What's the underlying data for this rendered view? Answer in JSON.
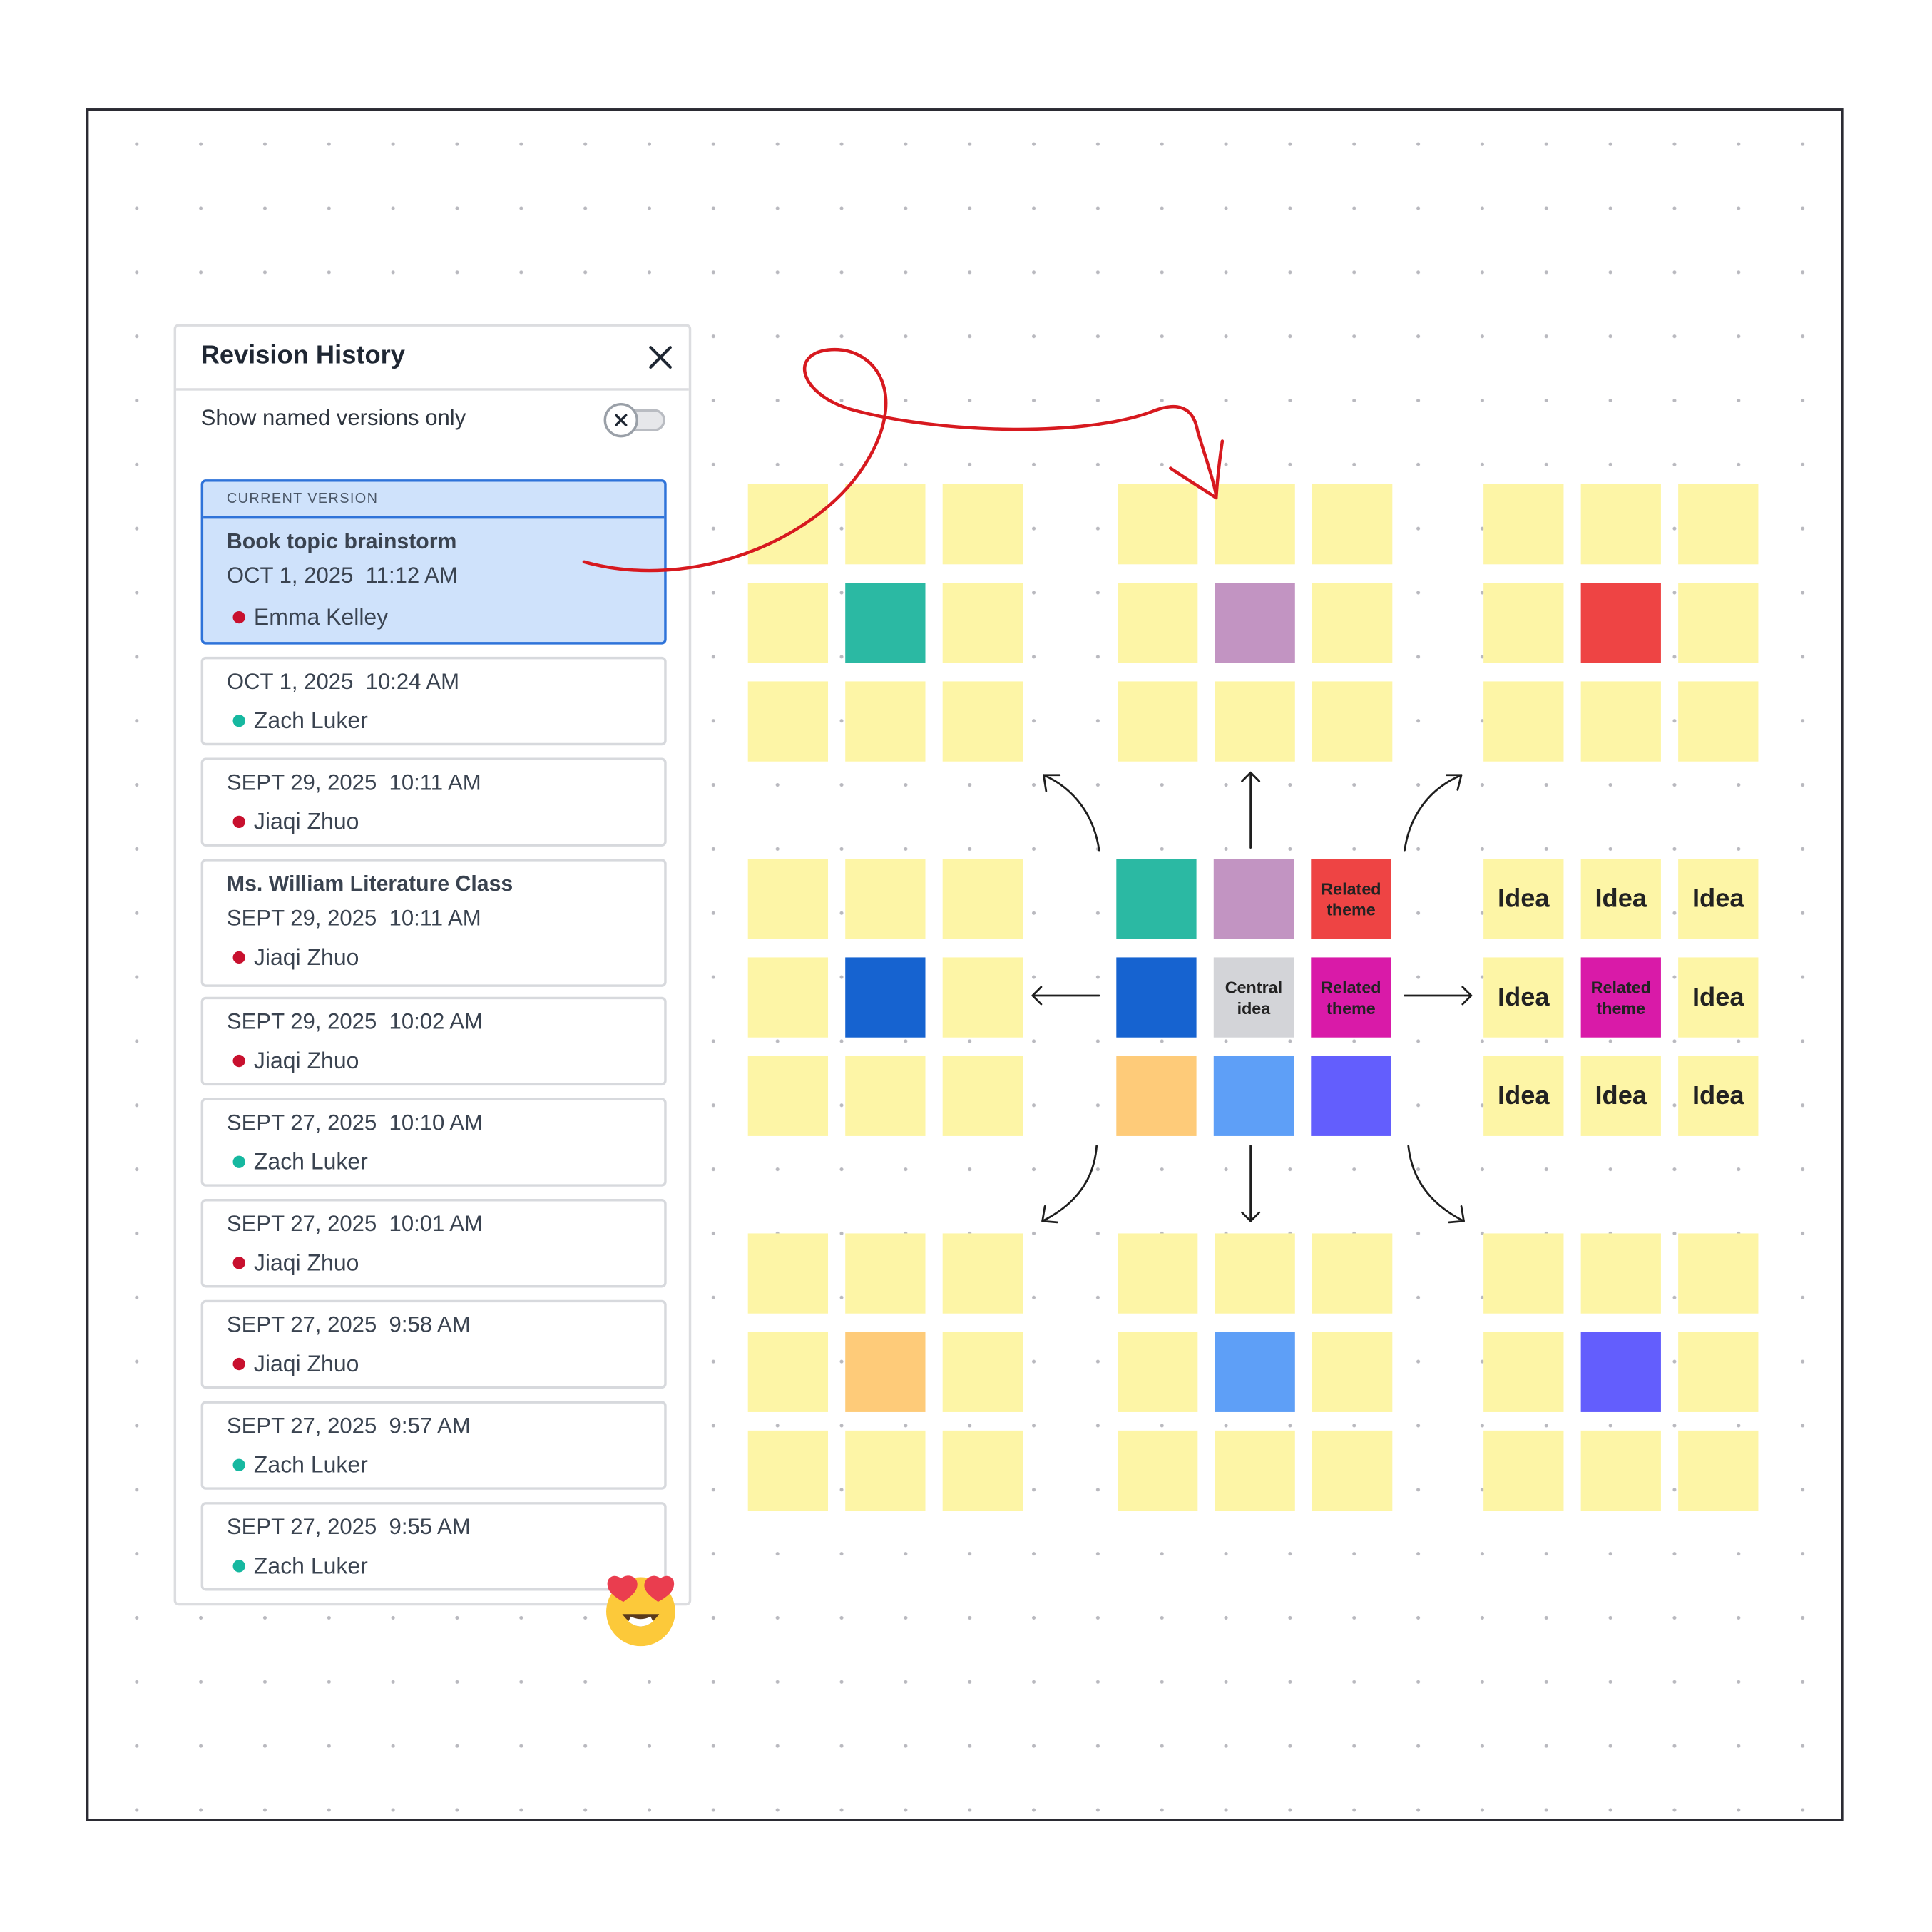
{
  "panel": {
    "title": "Revision History",
    "toggle_label": "Show named versions only",
    "toggle_on": false,
    "current_tag": "CURRENT VERSION",
    "revisions": [
      {
        "name": "Book topic brainstorm",
        "date": "OCT 1, 2025  11:12 AM",
        "author": "Emma Kelley",
        "author_color": "#c8102e",
        "current": true
      },
      {
        "name": "",
        "date": "OCT 1, 2025  10:24 AM",
        "author": "Zach Luker",
        "author_color": "#16b8a0",
        "current": false
      },
      {
        "name": "",
        "date": "SEPT 29, 2025  10:11 AM",
        "author": "Jiaqi Zhuo",
        "author_color": "#c8102e",
        "current": false
      },
      {
        "name": "Ms. William Literature Class",
        "date": "SEPT 29, 2025  10:11 AM",
        "author": "Jiaqi Zhuo",
        "author_color": "#c8102e",
        "current": false
      },
      {
        "name": "",
        "date": "SEPT 29, 2025  10:02 AM",
        "author": "Jiaqi Zhuo",
        "author_color": "#c8102e",
        "current": false
      },
      {
        "name": "",
        "date": "SEPT 27, 2025  10:10 AM",
        "author": "Zach Luker",
        "author_color": "#16b8a0",
        "current": false
      },
      {
        "name": "",
        "date": "SEPT 27, 2025  10:01 AM",
        "author": "Jiaqi Zhuo",
        "author_color": "#c8102e",
        "current": false
      },
      {
        "name": "",
        "date": "SEPT 27, 2025  9:58 AM",
        "author": "Jiaqi Zhuo",
        "author_color": "#c8102e",
        "current": false
      },
      {
        "name": "",
        "date": "SEPT 27, 2025  9:57 AM",
        "author": "Zach Luker",
        "author_color": "#16b8a0",
        "current": false
      },
      {
        "name": "",
        "date": "SEPT 27, 2025  9:55 AM",
        "author": "Zach Luker",
        "author_color": "#16b8a0",
        "current": false
      }
    ]
  },
  "board": {
    "colors": {
      "yellow": "#fdf5a6",
      "teal": "#2bb9a3",
      "purple": "#c294c2",
      "red": "#ee4444",
      "blue": "#1663d0",
      "gray": "#d3d4d8",
      "magenta": "#d91aa8",
      "orange": "#fecb79",
      "lightblue": "#5e9ff7",
      "violet": "#635efd"
    },
    "clusters": [
      {
        "id": "top-left",
        "notes": [
          {
            "color": "yellow",
            "text": ""
          },
          {
            "color": "yellow",
            "text": ""
          },
          {
            "color": "yellow",
            "text": ""
          },
          {
            "color": "yellow",
            "text": ""
          },
          {
            "color": "teal",
            "text": ""
          },
          {
            "color": "yellow",
            "text": ""
          },
          {
            "color": "yellow",
            "text": ""
          },
          {
            "color": "yellow",
            "text": ""
          },
          {
            "color": "yellow",
            "text": ""
          }
        ]
      },
      {
        "id": "top-center",
        "notes": [
          {
            "color": "yellow",
            "text": ""
          },
          {
            "color": "yellow",
            "text": ""
          },
          {
            "color": "yellow",
            "text": ""
          },
          {
            "color": "yellow",
            "text": ""
          },
          {
            "color": "purple",
            "text": ""
          },
          {
            "color": "yellow",
            "text": ""
          },
          {
            "color": "yellow",
            "text": ""
          },
          {
            "color": "yellow",
            "text": ""
          },
          {
            "color": "yellow",
            "text": ""
          }
        ]
      },
      {
        "id": "top-right",
        "notes": [
          {
            "color": "yellow",
            "text": ""
          },
          {
            "color": "yellow",
            "text": ""
          },
          {
            "color": "yellow",
            "text": ""
          },
          {
            "color": "yellow",
            "text": ""
          },
          {
            "color": "red",
            "text": ""
          },
          {
            "color": "yellow",
            "text": ""
          },
          {
            "color": "yellow",
            "text": ""
          },
          {
            "color": "yellow",
            "text": ""
          },
          {
            "color": "yellow",
            "text": ""
          }
        ]
      },
      {
        "id": "middle-left",
        "notes": [
          {
            "color": "yellow",
            "text": ""
          },
          {
            "color": "yellow",
            "text": ""
          },
          {
            "color": "yellow",
            "text": ""
          },
          {
            "color": "yellow",
            "text": ""
          },
          {
            "color": "blue",
            "text": ""
          },
          {
            "color": "yellow",
            "text": ""
          },
          {
            "color": "yellow",
            "text": ""
          },
          {
            "color": "yellow",
            "text": ""
          },
          {
            "color": "yellow",
            "text": ""
          }
        ]
      },
      {
        "id": "center",
        "notes": [
          {
            "color": "teal",
            "text": ""
          },
          {
            "color": "purple",
            "text": ""
          },
          {
            "color": "red",
            "text": "Related theme"
          },
          {
            "color": "blue",
            "text": ""
          },
          {
            "color": "gray",
            "text": "Central idea"
          },
          {
            "color": "magenta",
            "text": "Related theme"
          },
          {
            "color": "orange",
            "text": ""
          },
          {
            "color": "lightblue",
            "text": ""
          },
          {
            "color": "violet",
            "text": ""
          }
        ]
      },
      {
        "id": "middle-right",
        "notes": [
          {
            "color": "yellow",
            "text": "Idea"
          },
          {
            "color": "yellow",
            "text": "Idea"
          },
          {
            "color": "yellow",
            "text": "Idea"
          },
          {
            "color": "yellow",
            "text": "Idea"
          },
          {
            "color": "magenta",
            "text": "Related theme"
          },
          {
            "color": "yellow",
            "text": "Idea"
          },
          {
            "color": "yellow",
            "text": "Idea"
          },
          {
            "color": "yellow",
            "text": "Idea"
          },
          {
            "color": "yellow",
            "text": "Idea"
          }
        ]
      },
      {
        "id": "bottom-left",
        "notes": [
          {
            "color": "yellow",
            "text": ""
          },
          {
            "color": "yellow",
            "text": ""
          },
          {
            "color": "yellow",
            "text": ""
          },
          {
            "color": "yellow",
            "text": ""
          },
          {
            "color": "orange",
            "text": ""
          },
          {
            "color": "yellow",
            "text": ""
          },
          {
            "color": "yellow",
            "text": ""
          },
          {
            "color": "yellow",
            "text": ""
          },
          {
            "color": "yellow",
            "text": ""
          }
        ]
      },
      {
        "id": "bottom-center",
        "notes": [
          {
            "color": "yellow",
            "text": ""
          },
          {
            "color": "yellow",
            "text": ""
          },
          {
            "color": "yellow",
            "text": ""
          },
          {
            "color": "yellow",
            "text": ""
          },
          {
            "color": "lightblue",
            "text": ""
          },
          {
            "color": "yellow",
            "text": ""
          },
          {
            "color": "yellow",
            "text": ""
          },
          {
            "color": "yellow",
            "text": ""
          },
          {
            "color": "yellow",
            "text": ""
          }
        ]
      },
      {
        "id": "bottom-right",
        "notes": [
          {
            "color": "yellow",
            "text": ""
          },
          {
            "color": "yellow",
            "text": ""
          },
          {
            "color": "yellow",
            "text": ""
          },
          {
            "color": "yellow",
            "text": ""
          },
          {
            "color": "violet",
            "text": ""
          },
          {
            "color": "yellow",
            "text": ""
          },
          {
            "color": "yellow",
            "text": ""
          },
          {
            "color": "yellow",
            "text": ""
          },
          {
            "color": "yellow",
            "text": ""
          }
        ]
      }
    ]
  },
  "icons": {
    "close": "close-icon",
    "toggle": "toggle-off-icon",
    "emoji": "heart-eyes-emoji-icon",
    "arrows": "arrow-icon",
    "annotation": "red-curly-arrow-icon"
  }
}
